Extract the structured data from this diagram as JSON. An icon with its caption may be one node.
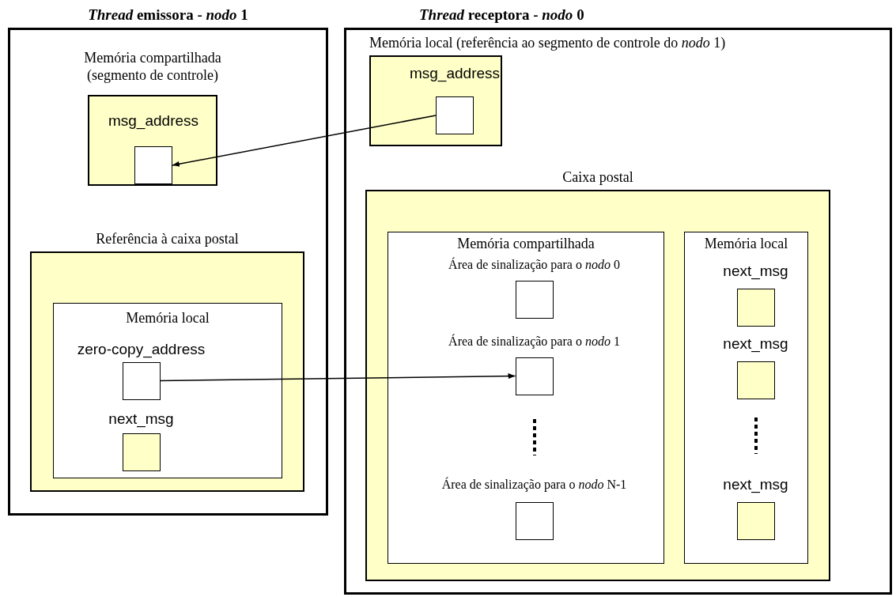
{
  "diagram": {
    "nodes": [
      {
        "text": [
          "*Thread* emissora - *nodo* 1"
        ]
      },
      {
        "text": [
          "Memória compartilhada (segmento de controle)"
        ],
        "in": 0
      },
      {
        "text": [
          "msg_address"
        ],
        "in": 1
      },
      {
        "text": [
          "Referência à caixa postal"
        ],
        "in": 0
      },
      {
        "text": [
          "Memória local"
        ],
        "in": 3
      },
      {
        "text": [
          "zero-copy_address"
        ],
        "in": 4
      },
      {
        "text": [
          "next_msg"
        ],
        "in": 4
      },
      {
        "text": [
          "*Thread* receptora - *nodo* 0"
        ]
      },
      {
        "text": [
          "Memória local (referência ao segmento de controle do *nodo* 1)"
        ],
        "in": 7
      },
      {
        "text": [
          "msg_address"
        ],
        "in": 8
      },
      {
        "text": [
          "Caixa postal"
        ],
        "in": 7
      },
      {
        "text": [
          "Memória compartilhada"
        ],
        "in": 10
      },
      {
        "text": [
          "Área de sinalização para o *nodo* 0"
        ],
        "in": 11
      },
      {
        "text": [
          "Área de sinalização para o *nodo* 1"
        ],
        "in": 11
      },
      {
        "text": [
          "Área de sinalização para o *nodo* N-1"
        ],
        "in": 11
      },
      {
        "text": [
          "Memória local"
        ],
        "in": 10
      },
      {
        "text": [
          "next_msg"
        ],
        "in": 15
      },
      {
        "text": [
          "next_msg"
        ],
        "in": 15
      },
      {
        "text": [
          "next_msg"
        ],
        "in": 15
      }
    ],
    "edges": [
      {
        "from": 9,
        "to": 2,
        "arrow": "to"
      },
      {
        "from": 5,
        "to": 13,
        "arrow": "to"
      }
    ]
  }
}
